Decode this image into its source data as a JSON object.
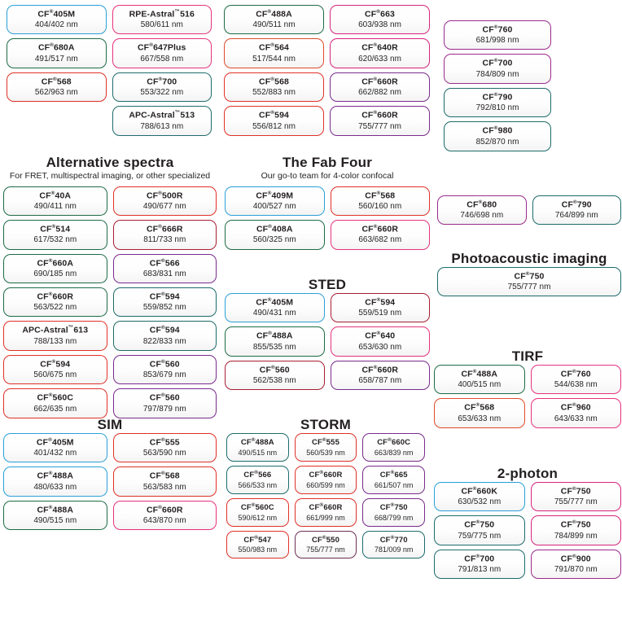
{
  "sections": [
    {
      "id": "top-left",
      "title": "",
      "subtitle": "",
      "columns": 2,
      "items": [
        {
          "name": "CF",
          "sup": "®",
          "suffix": "405M",
          "spectra": "404/402 nm",
          "color": "blue"
        },
        {
          "name": "RPE-Astral",
          "sup": "™",
          "suffix": "516",
          "spectra": "580/611 nm",
          "color": "pink"
        },
        {
          "name": "CF",
          "sup": "®",
          "suffix": "680A",
          "spectra": "491/517 nm",
          "color": "green"
        },
        {
          "name": "CF",
          "sup": "®",
          "suffix": "647Plus",
          "spectra": "667/558 nm",
          "color": "pink"
        },
        {
          "name": "CF",
          "sup": "®",
          "suffix": "568",
          "spectra": "562/963 nm",
          "color": "red"
        },
        {
          "name": "CF",
          "sup": "®",
          "suffix": "700",
          "spectra": "553/322 nm",
          "color": "teal"
        },
        {
          "name": "",
          "sup": "",
          "suffix": "",
          "spectra": "",
          "color": "none",
          "empty": true
        },
        {
          "name": "APC-Astral",
          "sup": "™",
          "suffix": "513",
          "spectra": "788/613 nm",
          "color": "teal"
        }
      ]
    },
    {
      "id": "top-mid",
      "title": "",
      "subtitle": "",
      "columns": 2,
      "items": [
        {
          "name": "CF",
          "sup": "®",
          "suffix": "488A",
          "spectra": "490/511 nm",
          "color": "green"
        },
        {
          "name": "CF",
          "sup": "®",
          "suffix": "663",
          "spectra": "603/938 nm",
          "color": "magenta"
        },
        {
          "name": "CF",
          "sup": "®",
          "suffix": "564",
          "spectra": "517/544 nm",
          "color": "orange"
        },
        {
          "name": "CF",
          "sup": "®",
          "suffix": "640R",
          "spectra": "620/633 nm",
          "color": "magenta"
        },
        {
          "name": "CF",
          "sup": "®",
          "suffix": "568",
          "spectra": "552/883 nm",
          "color": "red"
        },
        {
          "name": "CF",
          "sup": "®",
          "suffix": "660R",
          "spectra": "662/882 nm",
          "color": "purple"
        },
        {
          "name": "CF",
          "sup": "®",
          "suffix": "594",
          "spectra": "556/812 nm",
          "color": "red"
        },
        {
          "name": "CF",
          "sup": "®",
          "suffix": "660R",
          "spectra": "755/777 nm",
          "color": "purple"
        }
      ]
    },
    {
      "id": "top-right",
      "title": "",
      "subtitle": "",
      "columns": 1,
      "items": [
        {
          "name": "CF",
          "sup": "®",
          "suffix": "760",
          "spectra": "681/998 nm",
          "color": "violet"
        },
        {
          "name": "CF",
          "sup": "®",
          "suffix": "700",
          "spectra": "784/809 nm",
          "color": "violet"
        },
        {
          "name": "CF",
          "sup": "®",
          "suffix": "790",
          "spectra": "792/810 nm",
          "color": "teal"
        },
        {
          "name": "CF",
          "sup": "®",
          "suffix": "980",
          "spectra": "852/870 nm",
          "color": "teal"
        }
      ]
    },
    {
      "id": "alternative-spectra",
      "title": "Alternative spectra",
      "subtitle": "For FRET, multispectral imaging, or other specialized",
      "columns": 2,
      "items": [
        {
          "name": "CF",
          "sup": "®",
          "suffix": "40A",
          "spectra": "490/411 nm",
          "color": "green"
        },
        {
          "name": "CF",
          "sup": "®",
          "suffix": "500R",
          "spectra": "490/677 nm",
          "color": "red"
        },
        {
          "name": "CF",
          "sup": "®",
          "suffix": "514",
          "spectra": "617/532 nm",
          "color": "green"
        },
        {
          "name": "CF",
          "sup": "®",
          "suffix": "666R",
          "spectra": "811/733 nm",
          "color": "darkred"
        },
        {
          "name": "CF",
          "sup": "®",
          "suffix": "660A",
          "spectra": "690/185 nm",
          "color": "green"
        },
        {
          "name": "CF",
          "sup": "®",
          "suffix": "566",
          "spectra": "683/831 nm",
          "color": "purple"
        },
        {
          "name": "CF",
          "sup": "®",
          "suffix": "660R",
          "spectra": "563/522 nm",
          "color": "green"
        },
        {
          "name": "CF",
          "sup": "®",
          "suffix": "594",
          "spectra": "559/852 nm",
          "color": "teal"
        },
        {
          "name": "APC-Astral",
          "sup": "™",
          "suffix": "613",
          "spectra": "788/133 nm",
          "color": "red"
        },
        {
          "name": "CF",
          "sup": "®",
          "suffix": "594",
          "spectra": "822/833 nm",
          "color": "teal"
        },
        {
          "name": "CF",
          "sup": "®",
          "suffix": "594",
          "spectra": "560/675 nm",
          "color": "red"
        },
        {
          "name": "CF",
          "sup": "®",
          "suffix": "560",
          "spectra": "853/679 nm",
          "color": "purple"
        },
        {
          "name": "CF",
          "sup": "®",
          "suffix": "560C",
          "spectra": "662/635 nm",
          "color": "red"
        },
        {
          "name": "CF",
          "sup": "®",
          "suffix": "560",
          "spectra": "797/879 nm",
          "color": "purple"
        }
      ]
    },
    {
      "id": "fab-four",
      "title": "The Fab Four",
      "subtitle": "Our go-to team for 4-color confocal",
      "columns": 2,
      "items": [
        {
          "name": "CF",
          "sup": "®",
          "suffix": "409M",
          "spectra": "400/527 nm",
          "color": "blue"
        },
        {
          "name": "CF",
          "sup": "®",
          "suffix": "568",
          "spectra": "560/160 nm",
          "color": "red"
        },
        {
          "name": "CF",
          "sup": "®",
          "suffix": "408A",
          "spectra": "560/325 nm",
          "color": "green"
        },
        {
          "name": "CF",
          "sup": "®",
          "suffix": "660R",
          "spectra": "663/682 nm",
          "color": "pink"
        }
      ]
    },
    {
      "id": "sted",
      "title": "STED",
      "subtitle": "",
      "columns": 2,
      "items": [
        {
          "name": "CF",
          "sup": "®",
          "suffix": "405M",
          "spectra": "490/431 nm",
          "color": "blue"
        },
        {
          "name": "CF",
          "sup": "®",
          "suffix": "594",
          "spectra": "559/519 nm",
          "color": "darkred"
        },
        {
          "name": "CF",
          "sup": "®",
          "suffix": "488A",
          "spectra": "855/535 nm",
          "color": "green"
        },
        {
          "name": "CF",
          "sup": "®",
          "suffix": "640",
          "spectra": "653/630 nm",
          "color": "pink"
        },
        {
          "name": "CF",
          "sup": "®",
          "suffix": "560",
          "spectra": "562/538 nm",
          "color": "darkred"
        },
        {
          "name": "CF",
          "sup": "®",
          "suffix": "660R",
          "spectra": "658/787 nm",
          "color": "purple"
        }
      ]
    },
    {
      "id": "sim",
      "title": "SIM",
      "subtitle": "",
      "columns": 2,
      "items": [
        {
          "name": "CF",
          "sup": "®",
          "suffix": "405M",
          "spectra": "401/432 nm",
          "color": "blue"
        },
        {
          "name": "CF",
          "sup": "®",
          "suffix": "555",
          "spectra": "563/590 nm",
          "color": "red"
        },
        {
          "name": "CF",
          "sup": "®",
          "suffix": "488A",
          "spectra": "480/633 nm",
          "color": "blue"
        },
        {
          "name": "CF",
          "sup": "®",
          "suffix": "568",
          "spectra": "563/583 nm",
          "color": "red"
        },
        {
          "name": "CF",
          "sup": "®",
          "suffix": "488A",
          "spectra": "490/515 nm",
          "color": "green"
        },
        {
          "name": "CF",
          "sup": "®",
          "suffix": "660R",
          "spectra": "643/870 nm",
          "color": "pink"
        }
      ]
    },
    {
      "id": "storm",
      "title": "STORM",
      "subtitle": "",
      "columns": 3,
      "items": [
        {
          "name": "CF",
          "sup": "®",
          "suffix": "488A",
          "spectra": "490/515 nm",
          "color": "teal"
        },
        {
          "name": "CF",
          "sup": "®",
          "suffix": "555",
          "spectra": "560/539 nm",
          "color": "red"
        },
        {
          "name": "CF",
          "sup": "®",
          "suffix": "660C",
          "spectra": "663/839 nm",
          "color": "purple"
        },
        {
          "name": "CF",
          "sup": "®",
          "suffix": "566",
          "spectra": "566/533 nm",
          "color": "teal"
        },
        {
          "name": "CF",
          "sup": "®",
          "suffix": "660R",
          "spectra": "660/599 nm",
          "color": "red"
        },
        {
          "name": "CF",
          "sup": "®",
          "suffix": "665",
          "spectra": "661/507 nm",
          "color": "purple"
        },
        {
          "name": "CF",
          "sup": "®",
          "suffix": "560C",
          "spectra": "590/612 nm",
          "color": "red"
        },
        {
          "name": "CF",
          "sup": "®",
          "suffix": "660R",
          "spectra": "661/999 nm",
          "color": "red"
        },
        {
          "name": "CF",
          "sup": "®",
          "suffix": "750",
          "spectra": "668/799 nm",
          "color": "purple"
        },
        {
          "name": "CF",
          "sup": "®",
          "suffix": "547",
          "spectra": "550/983 nm",
          "color": "red"
        },
        {
          "name": "CF",
          "sup": "®",
          "suffix": "550",
          "spectra": "755/777 nm",
          "color": "plum"
        },
        {
          "name": "CF",
          "sup": "®",
          "suffix": "770",
          "spectra": "781/009 nm",
          "color": "teal"
        }
      ]
    },
    {
      "id": "right-pair",
      "title": "",
      "subtitle": "",
      "columns": 2,
      "items": [
        {
          "name": "CF",
          "sup": "®",
          "suffix": "680",
          "spectra": "746/698 nm",
          "color": "violet"
        },
        {
          "name": "CF",
          "sup": "®",
          "suffix": "790",
          "spectra": "764/899 nm",
          "color": "teal"
        }
      ]
    },
    {
      "id": "photoacoustic",
      "title": "Photoacoustic imaging",
      "subtitle": "",
      "columns": 1,
      "items": [
        {
          "name": "CF",
          "sup": "®",
          "suffix": "750",
          "spectra": "755/777 nm",
          "color": "teal"
        }
      ]
    },
    {
      "id": "tirf",
      "title": "TIRF",
      "subtitle": "",
      "columns": 2,
      "items": [
        {
          "name": "CF",
          "sup": "®",
          "suffix": "488A",
          "spectra": "400/515 nm",
          "color": "green"
        },
        {
          "name": "CF",
          "sup": "®",
          "suffix": "760",
          "spectra": "544/638 nm",
          "color": "pink"
        },
        {
          "name": "CF",
          "sup": "®",
          "suffix": "568",
          "spectra": "653/633 nm",
          "color": "orange"
        },
        {
          "name": "CF",
          "sup": "®",
          "suffix": "960",
          "spectra": "643/633 nm",
          "color": "pink"
        }
      ]
    },
    {
      "id": "two-photon",
      "title": "2-photon",
      "subtitle": "",
      "columns": 2,
      "items": [
        {
          "name": "CF",
          "sup": "®",
          "suffix": "660K",
          "spectra": "630/532 nm",
          "color": "blue"
        },
        {
          "name": "CF",
          "sup": "®",
          "suffix": "750",
          "spectra": "755/777 nm",
          "color": "magenta"
        },
        {
          "name": "CF",
          "sup": "®",
          "suffix": "750",
          "spectra": "759/775 nm",
          "color": "teal"
        },
        {
          "name": "CF",
          "sup": "®",
          "suffix": "750",
          "spectra": "784/899 nm",
          "color": "magenta"
        },
        {
          "name": "CF",
          "sup": "®",
          "suffix": "700",
          "spectra": "791/813 nm",
          "color": "teal"
        },
        {
          "name": "CF",
          "sup": "®",
          "suffix": "900",
          "spectra": "791/870 nm",
          "color": "violet"
        }
      ]
    }
  ],
  "colors": {
    "blue": "#2a9fd8",
    "green": "#1d6b46",
    "red": "#e03127",
    "orange": "#e04a2a",
    "pink": "#e6317d",
    "magenta": "#d6247c",
    "purple": "#7a2b8e",
    "teal": "#1d6b6b",
    "darkred": "#a81f33",
    "violet": "#9c2a8c",
    "plum": "#6e2f56"
  }
}
